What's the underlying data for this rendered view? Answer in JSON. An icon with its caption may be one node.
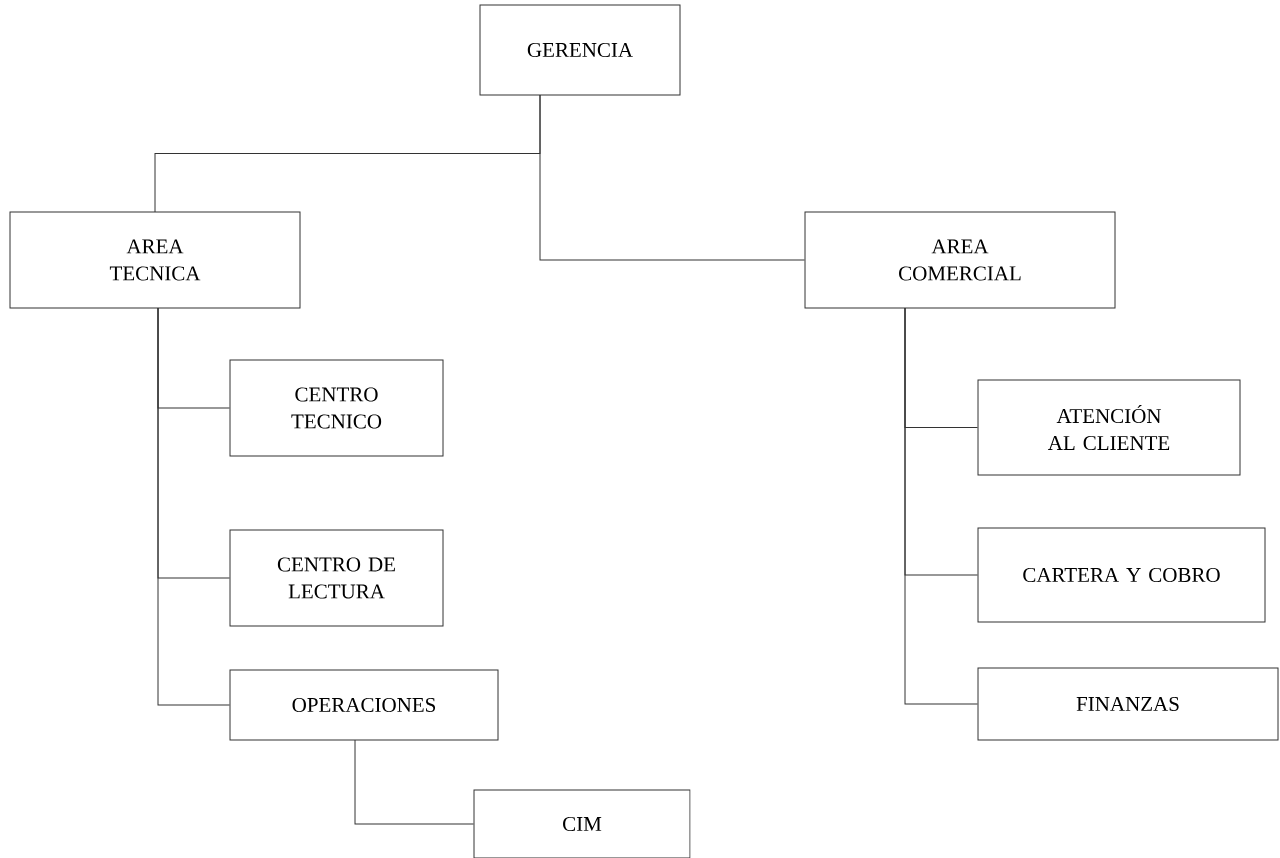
{
  "diagram": {
    "nodes": [
      {
        "text": [
          "GERENCIA"
        ]
      },
      {
        "text": [
          "AREA TECNICA"
        ]
      },
      {
        "text": [
          "AREA COMERCIAL"
        ]
      },
      {
        "text": [
          "CENTRO TECNICO"
        ]
      },
      {
        "text": [
          "CENTRO DE LECTURA"
        ]
      },
      {
        "text": [
          "OPERACIONES"
        ]
      },
      {
        "text": [
          "CIM"
        ]
      },
      {
        "text": [
          "ATENCIÓN AL CLIENTE"
        ]
      },
      {
        "text": [
          "CARTERA Y COBRO"
        ]
      },
      {
        "text": [
          "FINANZAS"
        ]
      }
    ],
    "edges": [
      {
        "from": 0,
        "to": 1,
        "arrow": "none"
      },
      {
        "from": 0,
        "to": 2,
        "arrow": "none"
      },
      {
        "from": 1,
        "to": 3,
        "arrow": "none"
      },
      {
        "from": 1,
        "to": 4,
        "arrow": "none"
      },
      {
        "from": 1,
        "to": 5,
        "arrow": "none"
      },
      {
        "from": 5,
        "to": 6,
        "arrow": "none"
      },
      {
        "from": 2,
        "to": 7,
        "arrow": "none"
      },
      {
        "from": 2,
        "to": 8,
        "arrow": "none"
      },
      {
        "from": 2,
        "to": 9,
        "arrow": "none"
      }
    ]
  }
}
